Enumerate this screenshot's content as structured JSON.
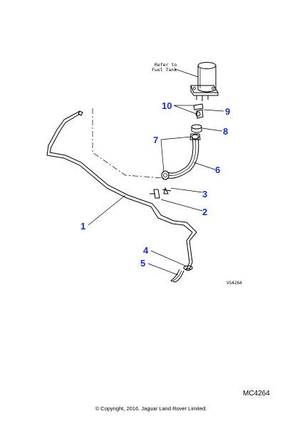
{
  "diagram": {
    "note_line1": "Refer to",
    "note_line2": "Fuel Tank",
    "drawing_ref": "VS4264",
    "callouts": [
      {
        "id": "c1",
        "label": "1"
      },
      {
        "id": "c2",
        "label": "2"
      },
      {
        "id": "c3",
        "label": "3"
      },
      {
        "id": "c4",
        "label": "4"
      },
      {
        "id": "c5",
        "label": "5"
      },
      {
        "id": "c6",
        "label": "6"
      },
      {
        "id": "c7",
        "label": "7"
      },
      {
        "id": "c8",
        "label": "8"
      },
      {
        "id": "c9",
        "label": "9"
      },
      {
        "id": "c10",
        "label": "10"
      }
    ]
  },
  "footer": {
    "code": "MC4264",
    "copyright": "© Copyright, 2016. Jaguar Land Rover Limited."
  },
  "colors": {
    "callout": "#1a2fd6",
    "line": "#000000",
    "background": "#ffffff"
  }
}
